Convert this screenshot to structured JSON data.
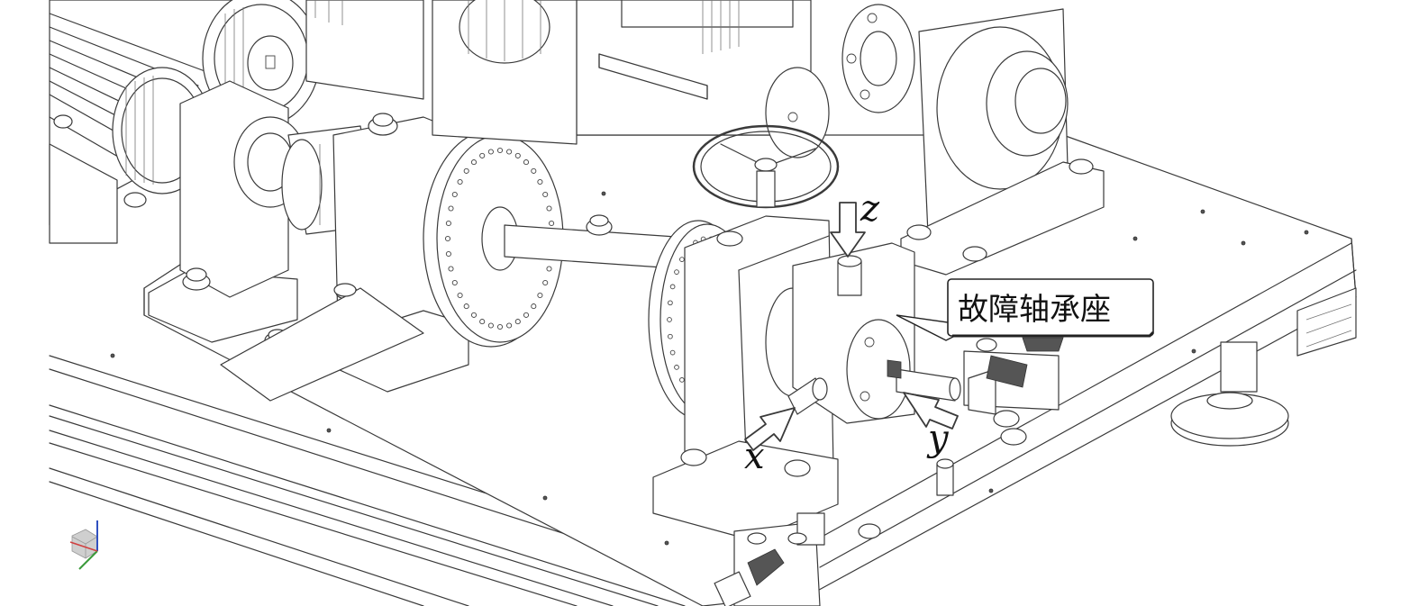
{
  "callout": {
    "label": "故障轴承座"
  },
  "axes": {
    "x": "x",
    "y": "y",
    "z": "z"
  },
  "colors": {
    "line": "#3a3a3a",
    "background": "#ffffff",
    "triad_x": "#d04040",
    "triad_y": "#3a9a3a",
    "triad_z": "#3050c0"
  }
}
